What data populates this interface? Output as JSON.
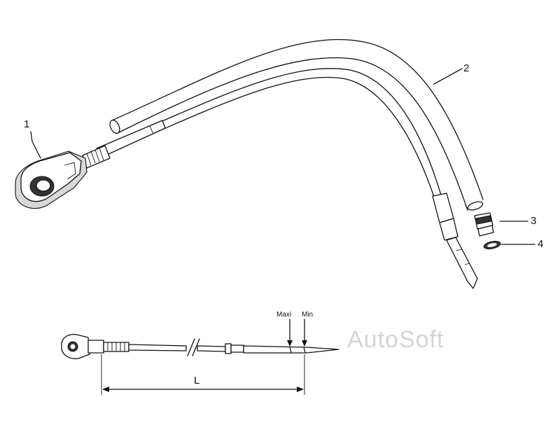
{
  "diagram": {
    "callouts": [
      {
        "id": "1",
        "text": "1"
      },
      {
        "id": "2",
        "text": "2"
      },
      {
        "id": "3",
        "text": "3"
      },
      {
        "id": "4",
        "text": "4"
      }
    ],
    "level_marks": {
      "max_label": "Maxi",
      "min_label": "Min"
    },
    "dimension_label": "L",
    "watermark": "AutoSoft"
  }
}
